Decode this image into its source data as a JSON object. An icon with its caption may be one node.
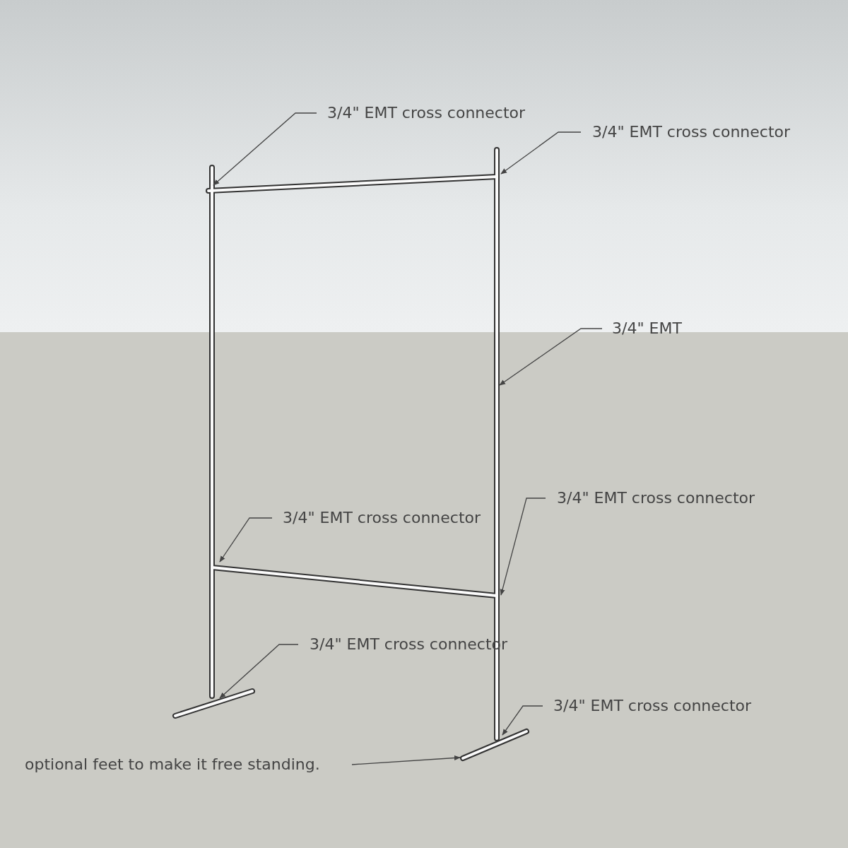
{
  "diagram": {
    "nodes": [
      {
        "text": [
          "3/4\" EMT cross connector"
        ]
      },
      {
        "text": [
          "3/4\" EMT cross connector"
        ]
      },
      {
        "text": [
          "3/4\" EMT"
        ]
      },
      {
        "text": [
          "3/4\" EMT cross connector"
        ]
      },
      {
        "text": [
          "3/4\" EMT cross connector"
        ]
      },
      {
        "text": [
          "3/4\" EMT cross connector"
        ]
      },
      {
        "text": [
          "3/4\" EMT cross connector"
        ]
      },
      {
        "text": [
          "optional feet to make it free standing."
        ]
      }
    ],
    "edges": [
      {
        "from": 0,
        "to": null,
        "arrow": "to"
      },
      {
        "from": 1,
        "to": null,
        "arrow": "to"
      },
      {
        "from": 2,
        "to": null,
        "arrow": "to"
      },
      {
        "from": 3,
        "to": null,
        "arrow": "to"
      },
      {
        "from": 4,
        "to": null,
        "arrow": "to"
      },
      {
        "from": 5,
        "to": null,
        "arrow": "to"
      },
      {
        "from": 6,
        "to": null,
        "arrow": "to"
      },
      {
        "from": 7,
        "to": null,
        "arrow": "to"
      }
    ]
  }
}
